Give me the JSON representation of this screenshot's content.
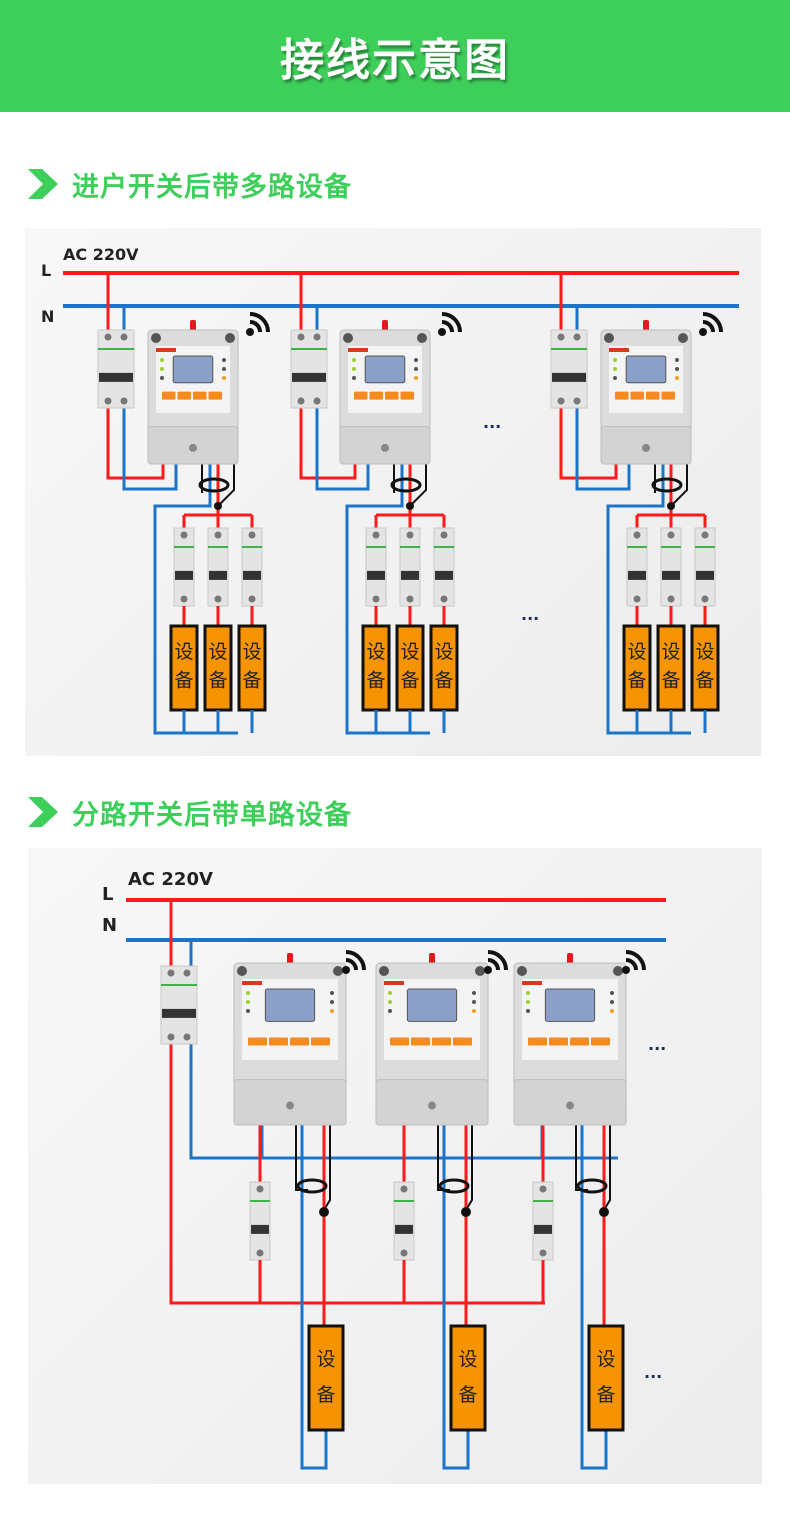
{
  "header": {
    "title": "接线示意图"
  },
  "sections": [
    {
      "title": "进户开关后带多路设备",
      "supply_label": "AC 220V",
      "line_label": "L",
      "neutral_label": "N",
      "device_label": "设备",
      "ellipsis": "...",
      "groups": 3,
      "loads_per_group": 3
    },
    {
      "title": "分路开关后带单路设备",
      "supply_label": "AC 220V",
      "line_label": "L",
      "neutral_label": "N",
      "device_label": "设备",
      "ellipsis": "...",
      "groups": 3,
      "loads_per_group": 1
    }
  ],
  "colors": {
    "banner": "#3ecf5a",
    "accent": "#3ecf5a",
    "live_wire": "#ff1a1a",
    "neutral_wire": "#1c74c8",
    "device_fill": "#f59300",
    "signal_wire": "#111111"
  }
}
